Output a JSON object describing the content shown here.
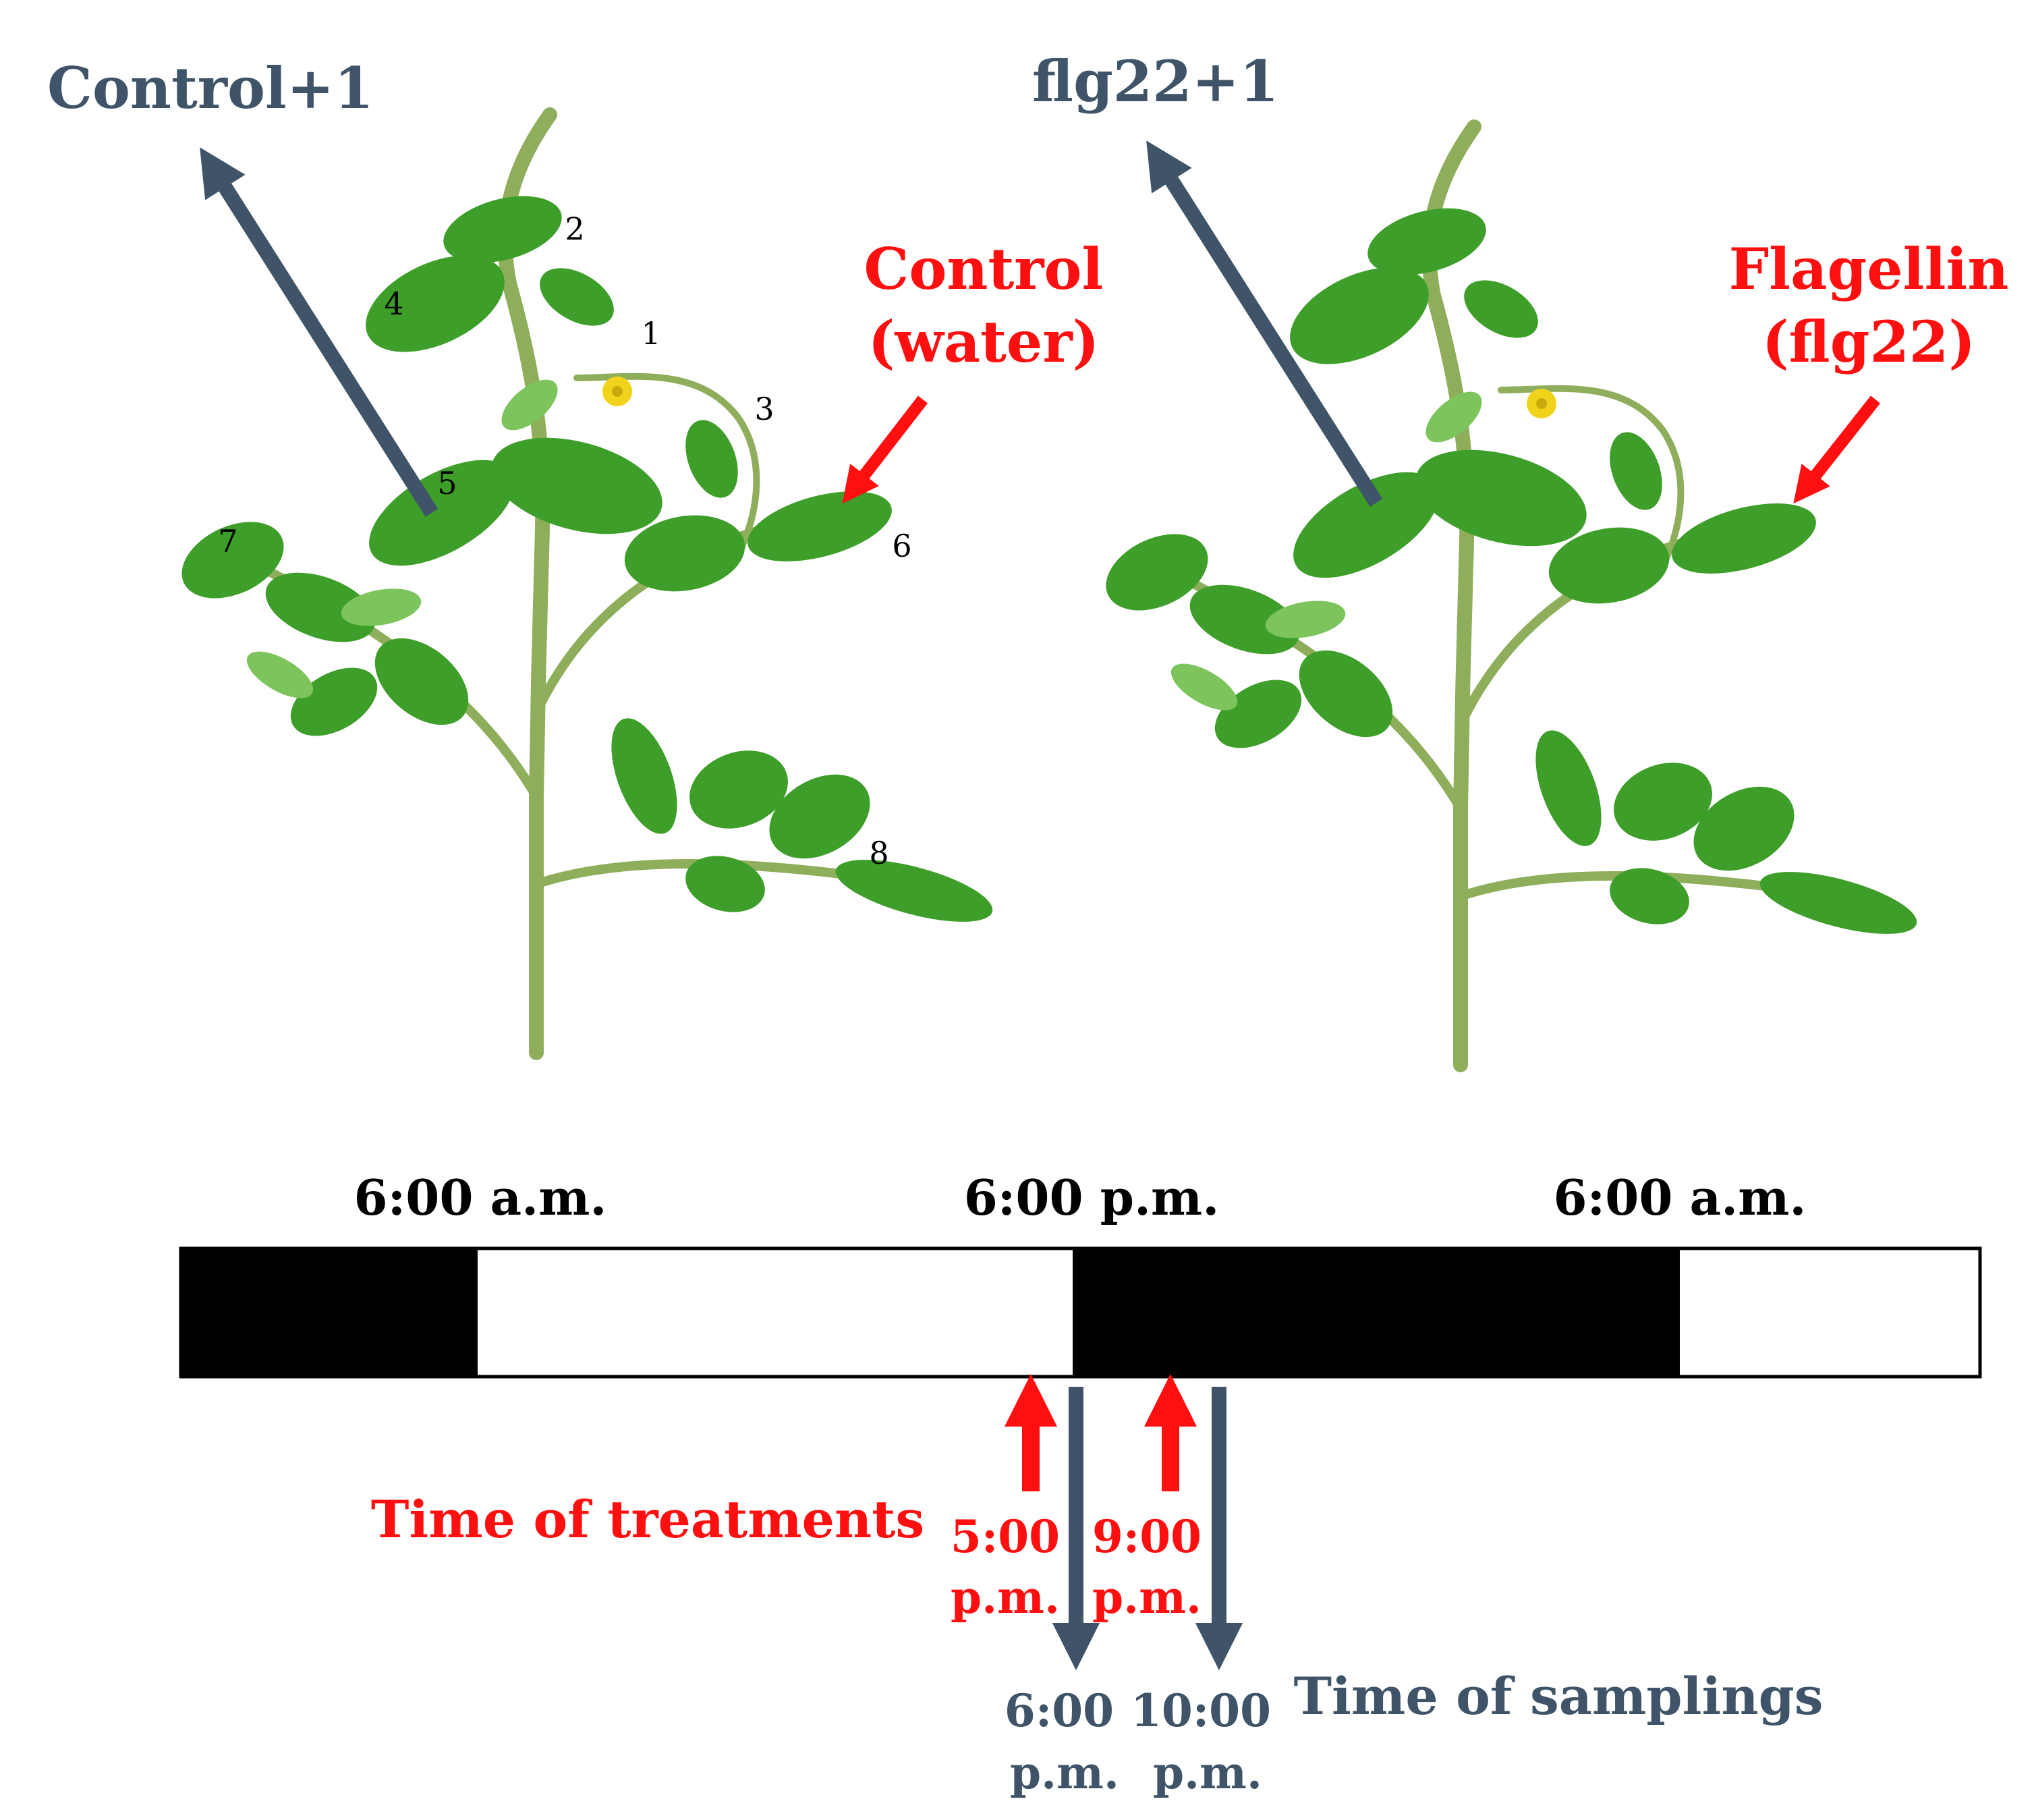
{
  "colors": {
    "slate": "#3f5468",
    "red": "#ff0f0f",
    "black": "#000000",
    "leaf": "#3e9e2a",
    "leaf_light": "#7cc45b",
    "stem": "#8fae5c",
    "flower": "#f2d31b"
  },
  "left_plant": {
    "sample_label": "Control+1",
    "treatment_label_line1": "Control",
    "treatment_label_line2": "(water)",
    "leaf_numbers": [
      "1",
      "2",
      "3",
      "4",
      "5",
      "6",
      "7",
      "8"
    ]
  },
  "right_plant": {
    "sample_label": "flg22+1",
    "treatment_label_line1": "Flagellin",
    "treatment_label_line2": "(flg22)"
  },
  "timeline": {
    "time_labels": [
      "6:00 a.m.",
      "6:00 p.m.",
      "6:00 a.m."
    ],
    "phases": [
      "dark",
      "light",
      "dark",
      "light"
    ],
    "treatments": {
      "label": "Time of treatments",
      "times": [
        {
          "time": "5:00",
          "period": "p.m."
        },
        {
          "time": "9:00",
          "period": "p.m."
        }
      ]
    },
    "samplings": {
      "label": "Time of samplings",
      "times": [
        {
          "time": "6:00",
          "period": "p.m."
        },
        {
          "time": "10:00",
          "period": "p.m."
        }
      ]
    }
  }
}
